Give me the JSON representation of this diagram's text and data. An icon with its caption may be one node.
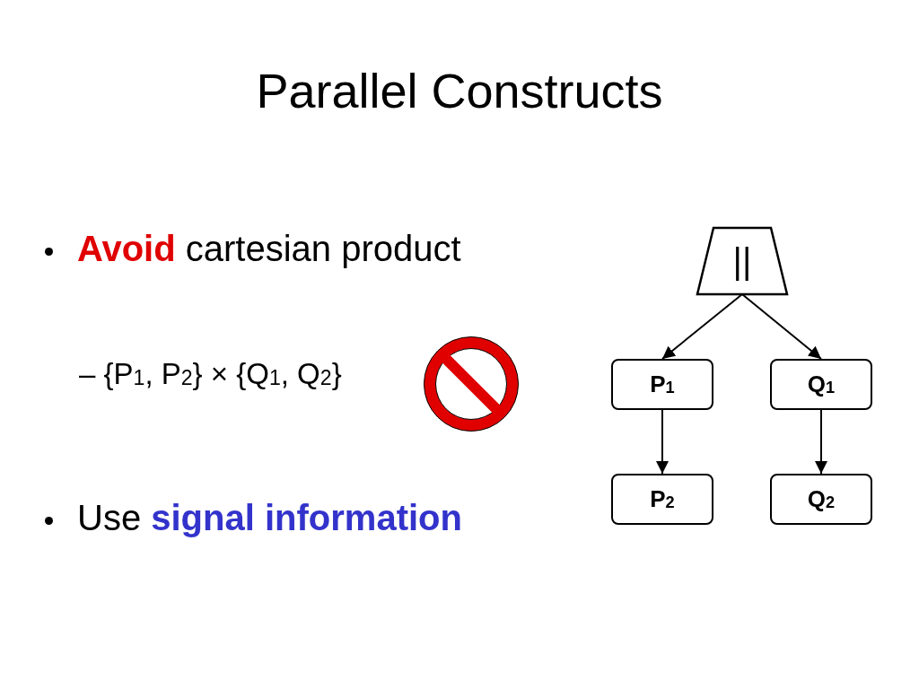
{
  "diagram": {
    "title": "Parallel Constructs",
    "nodes": [
      {
        "text": [
          "||"
        ]
      },
      {
        "text": [
          "P$_{1}$"
        ]
      },
      {
        "text": [
          "Q$_{1}$"
        ]
      },
      {
        "text": [
          "P$_{2}$"
        ]
      },
      {
        "text": [
          "Q$_{2}$"
        ]
      }
    ],
    "edges": [
      {
        "from": 0,
        "to": 1,
        "arrow": "to"
      },
      {
        "from": 0,
        "to": 2,
        "arrow": "to"
      },
      {
        "from": 1,
        "to": 3,
        "arrow": "to"
      },
      {
        "from": 2,
        "to": 4,
        "arrow": "to"
      }
    ],
    "labels": [
      "**Avoid** cartesian product",
      "– {P$_{1}$, P$_{2}$} × {Q$_{1}$, Q$_{2}$}",
      "Use **signal information**"
    ]
  }
}
